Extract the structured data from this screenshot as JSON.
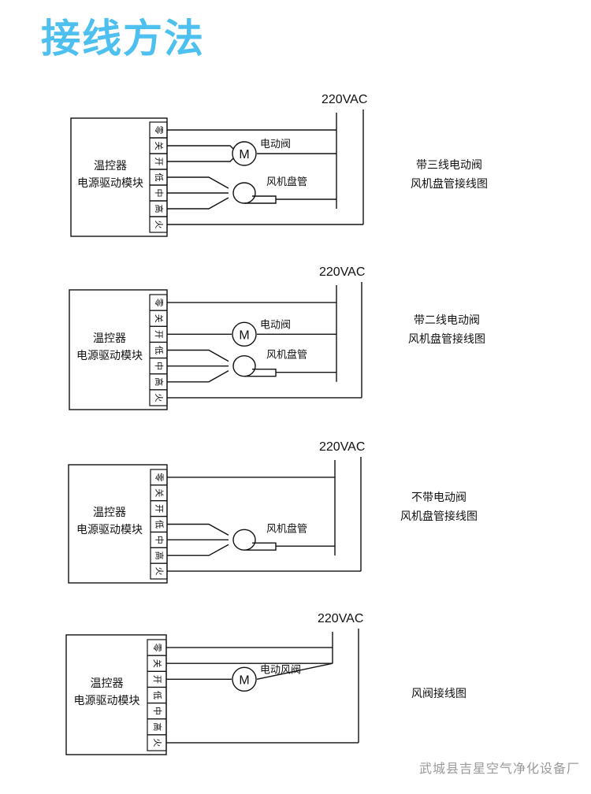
{
  "title": "接线方法",
  "colors": {
    "title": "#4ec0ef",
    "line": "#111111",
    "footer": "#9a9a9a"
  },
  "footer": "武城县吉星空气净化设备厂",
  "diagrams": [
    {
      "voltage": "220VAC",
      "controller_lines": [
        "温控器",
        "电源驱动模块"
      ],
      "terminals": [
        "零",
        "关",
        "开",
        "低",
        "中",
        "高",
        "火"
      ],
      "has_motor": true,
      "motor_letter": "M",
      "motor_label": "电动阀",
      "has_coil": true,
      "coil_label": "风机盘管",
      "caption": [
        "带三线电动阀",
        "风机盘管接线图"
      ]
    },
    {
      "voltage": "220VAC",
      "controller_lines": [
        "温控器",
        "电源驱动模块"
      ],
      "terminals": [
        "零",
        "关",
        "开",
        "低",
        "中",
        "高",
        "火"
      ],
      "has_motor": true,
      "motor_letter": "M",
      "motor_label": "电动阀",
      "has_coil": true,
      "coil_label": "风机盘管",
      "caption": [
        "带二线电动阀",
        "风机盘管接线图"
      ]
    },
    {
      "voltage": "220VAC",
      "controller_lines": [
        "温控器",
        "电源驱动模块"
      ],
      "terminals": [
        "零",
        "关",
        "开",
        "低",
        "中",
        "高",
        "火"
      ],
      "has_motor": false,
      "has_coil": true,
      "coil_label": "风机盘管",
      "caption": [
        "不带电动阀",
        "风机盘管接线图"
      ]
    },
    {
      "voltage": "220VAC",
      "controller_lines": [
        "温控器",
        "电源驱动模块"
      ],
      "terminals": [
        "零",
        "关",
        "开",
        "低",
        "中",
        "高",
        "火"
      ],
      "has_motor": true,
      "motor_letter": "M",
      "motor_label": "电动风阀",
      "has_coil": false,
      "caption": [
        "风阀接线图"
      ]
    }
  ]
}
